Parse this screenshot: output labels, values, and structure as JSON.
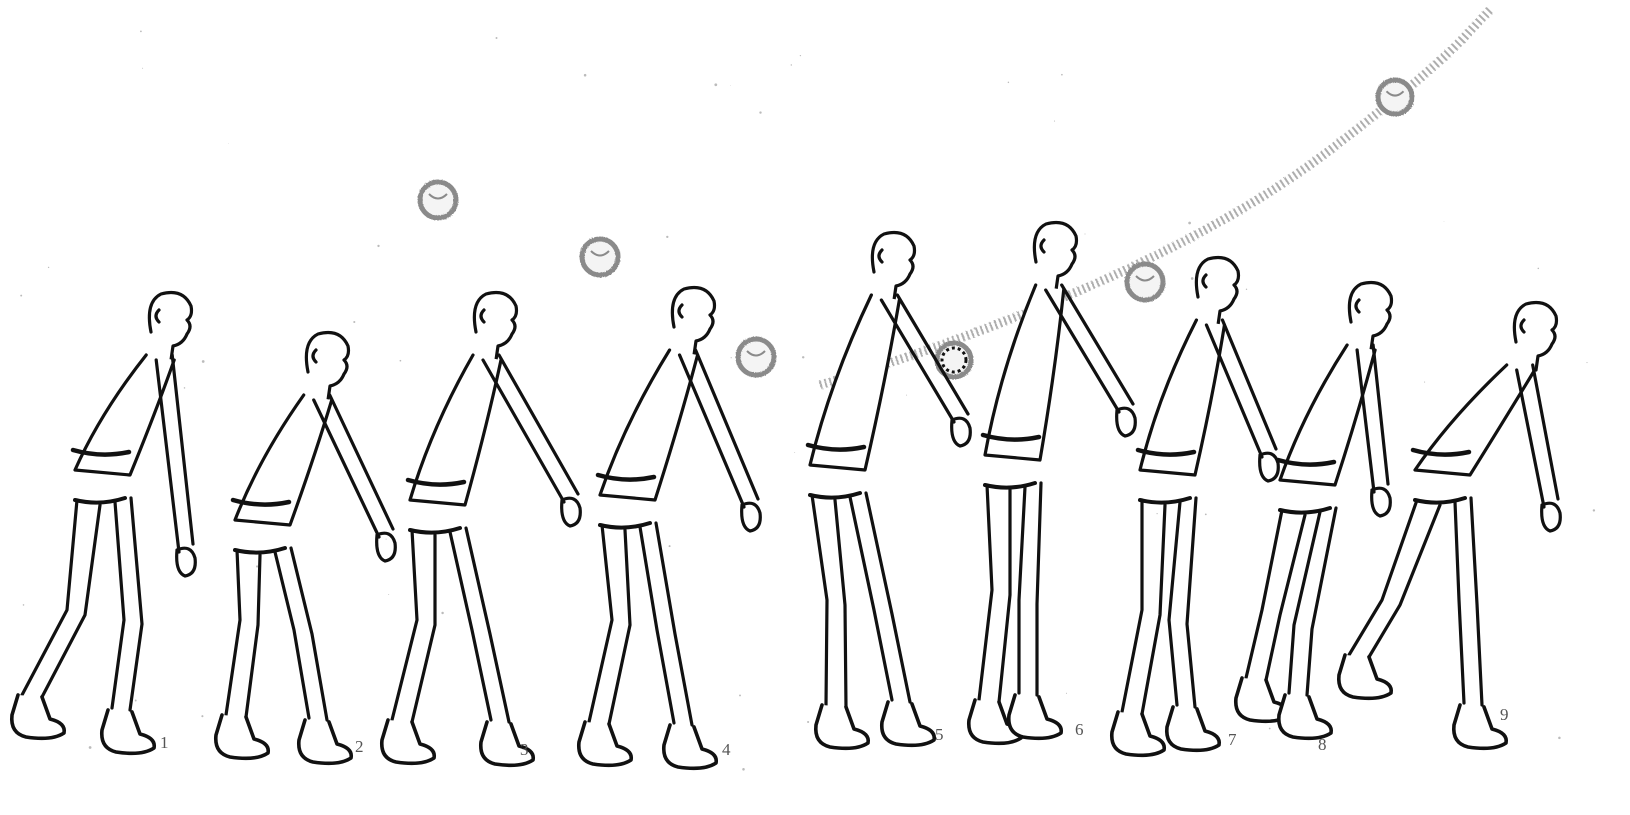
{
  "figure": {
    "frame_count": 9,
    "colors": {
      "ink": "#111111",
      "ball": "#8a8a8a",
      "trail": "#9a9a9a",
      "background": "#ffffff"
    }
  },
  "frames": [
    {
      "number": "1",
      "pose": "ready-stance"
    },
    {
      "number": "2",
      "pose": "crouch-arms-forward"
    },
    {
      "number": "3",
      "pose": "platform-forming"
    },
    {
      "number": "4",
      "pose": "platform-extended"
    },
    {
      "number": "5",
      "pose": "ball-contact"
    },
    {
      "number": "6",
      "pose": "extension-rise"
    },
    {
      "number": "7",
      "pose": "follow-through"
    },
    {
      "number": "8",
      "pose": "recovery"
    },
    {
      "number": "9",
      "pose": "return-to-ready"
    }
  ],
  "ball_positions": [
    "incoming-high",
    "incoming-mid",
    "incoming-low",
    "contact",
    "outgoing-low",
    "outgoing-high"
  ]
}
